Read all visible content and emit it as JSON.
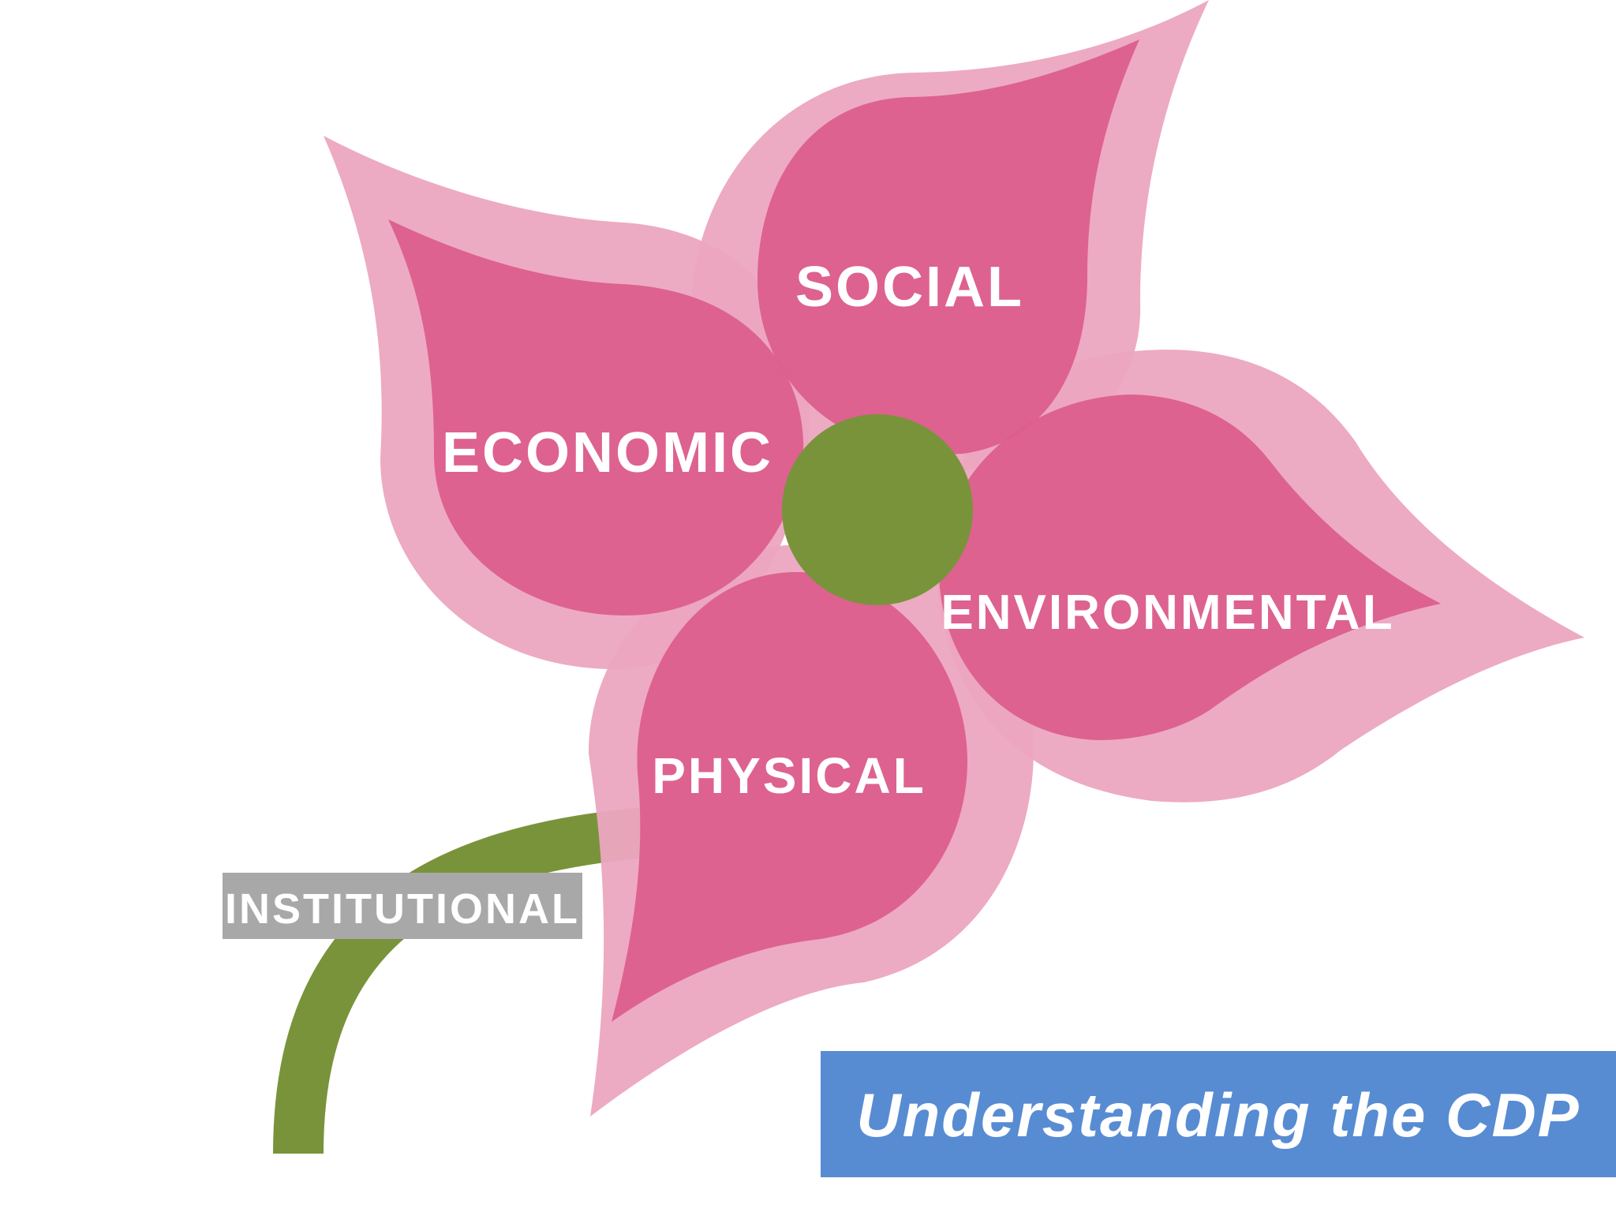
{
  "diagram": {
    "petals": [
      {
        "id": "social",
        "label": "SOCIAL"
      },
      {
        "id": "economic",
        "label": "ECONOMIC"
      },
      {
        "id": "environmental",
        "label": "ENVIRONMENTAL"
      },
      {
        "id": "physical",
        "label": "PHYSICAL"
      }
    ],
    "stem_label": "INSTITUTIONAL",
    "banner_title": "Understanding the CDP"
  },
  "colors": {
    "petal_outer": "#eca5c0",
    "petal_inner": "#dc5e8c",
    "center": "#79933b",
    "stem": "#79933b",
    "stem_label_bg": "#a8a8a8",
    "banner_bg": "#578cd3",
    "text": "#ffffff"
  }
}
